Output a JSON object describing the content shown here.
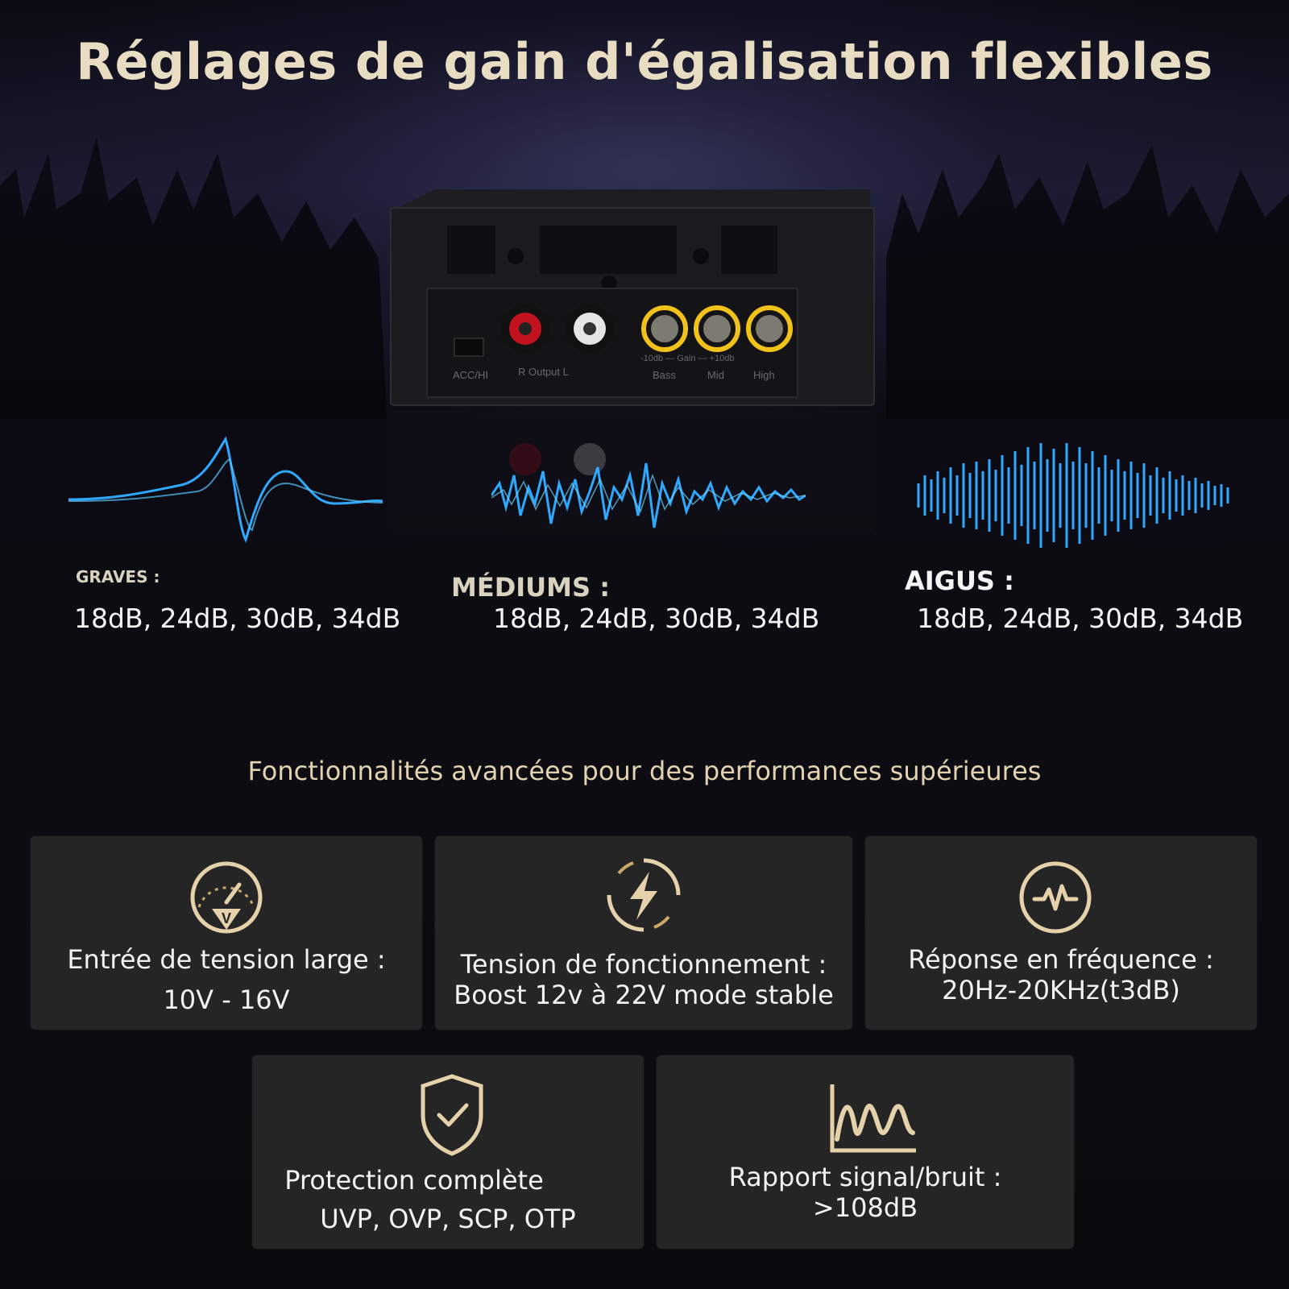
{
  "title": "Réglages de gain d'égalisation flexibles",
  "device": {
    "switch_label": "ACC/HI",
    "output_label": "R  Output  L",
    "knob_scale": "-10db  —  Gain  —  +10db",
    "knob_labels": [
      "Bass",
      "Mid",
      "High"
    ]
  },
  "bands": [
    {
      "label": "GRAVES :",
      "values": "18dB, 24dB, 30dB, 34dB"
    },
    {
      "label": "MÉDIUMS :",
      "values": "18dB, 24dB, 30dB, 34dB"
    },
    {
      "label": "AIGUS :",
      "values": "18dB, 24dB, 30dB, 34dB"
    }
  ],
  "subtitle": "Fonctionnalités avancées pour des performances supérieures",
  "features": [
    {
      "icon": "voltage-gauge-icon",
      "line1": "Entrée de tension large :",
      "line2": "10V - 16V"
    },
    {
      "icon": "lightning-bolt-icon",
      "line1": "Tension de fonctionnement :",
      "line2": "Boost 12v à 22V mode stable"
    },
    {
      "icon": "frequency-pulse-icon",
      "line1": "Réponse en fréquence :",
      "line2": "20Hz-20KHz(t3dB)"
    },
    {
      "icon": "shield-check-icon",
      "line1": "Protection complète",
      "line2": "UVP, OVP, SCP, OTP"
    },
    {
      "icon": "signal-wave-icon",
      "line1": "Rapport signal/bruit :",
      "line2": ">108dB"
    }
  ],
  "colors": {
    "title": "#e8dcc2",
    "accent_gold": "#c9a86a",
    "wave_blue": "#2fa8ff",
    "card_bg": "#252526",
    "knob_yellow": "#f2c21b"
  }
}
